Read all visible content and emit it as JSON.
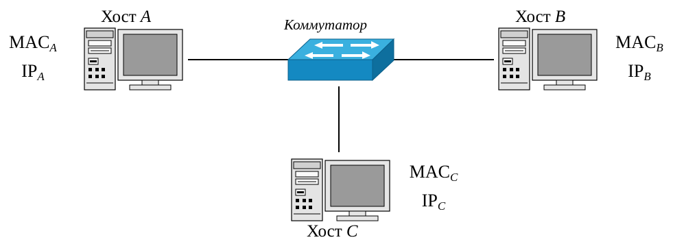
{
  "switch": {
    "label": "Коммутатор"
  },
  "hosts": [
    {
      "id": "a",
      "title": "Хост",
      "letter": "A",
      "mac": "MAC",
      "ip": "IP",
      "sub": "A"
    },
    {
      "id": "b",
      "title": "Хост",
      "letter": "B",
      "mac": "MAC",
      "ip": "IP",
      "sub": "B"
    },
    {
      "id": "c",
      "title": "Хост",
      "letter": "C",
      "mac": "MAC",
      "ip": "IP",
      "sub": "C"
    }
  ],
  "colors": {
    "switch_top": "#3ab0df",
    "switch_front": "#1489c2",
    "switch_side": "#0e6f9e",
    "tower": "#e4e4e4",
    "monitor_screen": "#9a9a9a",
    "link": "#000000"
  }
}
